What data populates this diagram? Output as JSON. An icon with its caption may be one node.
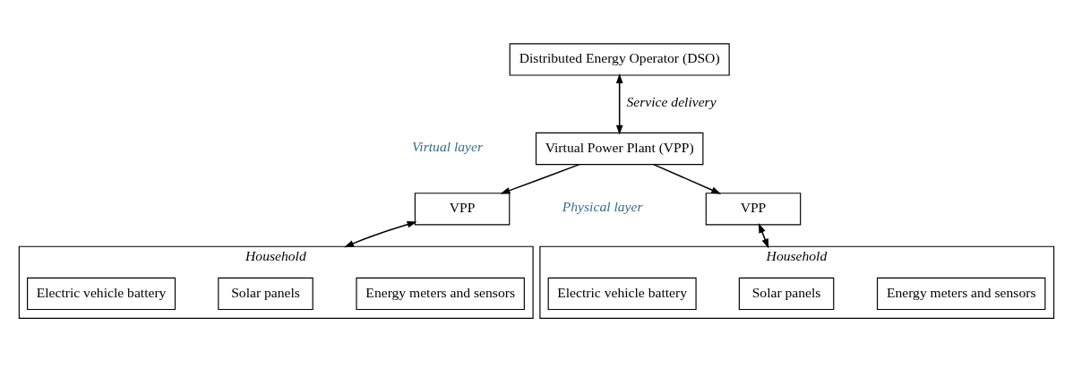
{
  "diagram": {
    "nodes": [
      {
        "text": [
          "Distributed Energy Operator (DSO)"
        ]
      },
      {
        "text": [
          "Virtual Power Plant (VPP)"
        ]
      },
      {
        "text": [
          "VPP"
        ]
      },
      {
        "text": [
          "VPP"
        ]
      },
      {
        "text": [
          "Household"
        ]
      },
      {
        "text": [
          "Electric vehicle battery"
        ],
        "in": 4
      },
      {
        "text": [
          "Solar panels"
        ],
        "in": 4
      },
      {
        "text": [
          "Energy meters and sensors"
        ],
        "in": 4
      },
      {
        "text": [
          "Household"
        ]
      },
      {
        "text": [
          "Electric vehicle battery"
        ],
        "in": 8
      },
      {
        "text": [
          "Solar panels"
        ],
        "in": 8
      },
      {
        "text": [
          "Energy meters and sensors"
        ],
        "in": 8
      }
    ],
    "edges": [
      {
        "from": 0,
        "to": 1,
        "arrow": "both",
        "label": "Service delivery"
      },
      {
        "from": 1,
        "to": 2,
        "arrow": "to"
      },
      {
        "from": 1,
        "to": 3,
        "arrow": "to"
      },
      {
        "from": 2,
        "to": 4,
        "arrow": "both"
      },
      {
        "from": 3,
        "to": 8,
        "arrow": "both"
      }
    ],
    "labels": [
      "Virtual layer",
      "Physical layer"
    ]
  }
}
